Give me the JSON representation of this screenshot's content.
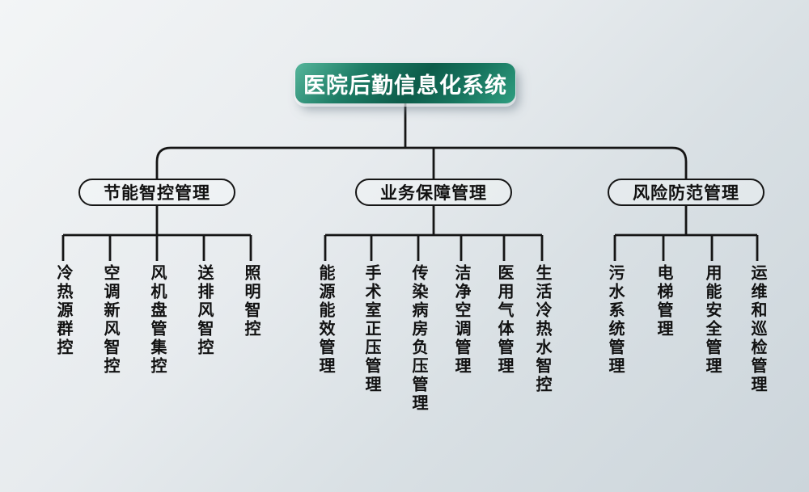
{
  "diagram": {
    "title": "医院后勤信息化系统",
    "type": "tree-organization-chart"
  },
  "root": {
    "label": "医院后勤信息化系统"
  },
  "branches": [
    {
      "label": "节能智控管理",
      "items": [
        "冷热源群控",
        "空调新风智控",
        "风机盘管集控",
        "送排风智控",
        "照明智控"
      ]
    },
    {
      "label": "业务保障管理",
      "items": [
        "能源能效管理",
        "手术室正压管理",
        "传染病房负压管理",
        "洁净空调管理",
        "医用气体管理",
        "生活冷热水智控"
      ]
    },
    {
      "label": "风险防范管理",
      "items": [
        "污水系统管理",
        "电梯管理",
        "用能安全管理",
        "运维和巡检管理"
      ]
    }
  ],
  "colors": {
    "root_box_gradient_light": "#55b59b",
    "root_box_gradient_dark": "#0d5c4a",
    "root_text": "#ffffff",
    "node_border": "#151515",
    "node_text": "#111111",
    "connector_line": "#151515",
    "background_top_left": "#f3f5f6",
    "background_bottom_right": "#ccd5db"
  }
}
